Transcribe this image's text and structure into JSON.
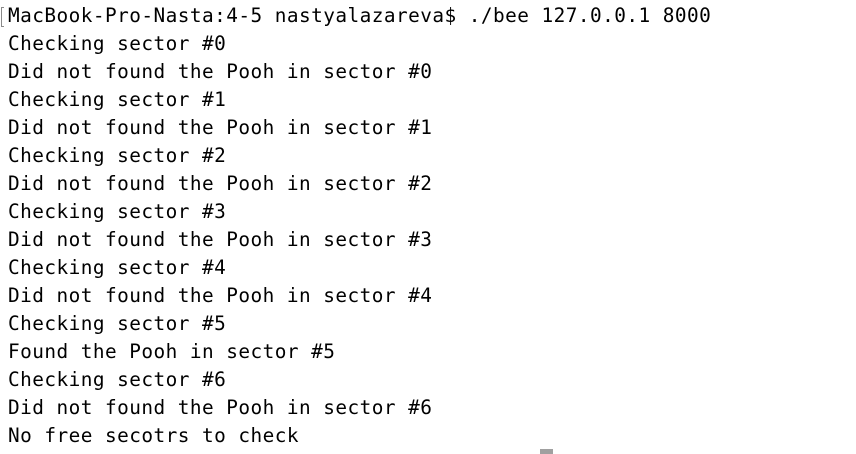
{
  "terminal": {
    "prompt_line": "MacBook-Pro-Nasta:4-5 nastyalazareva$ ./bee 127.0.0.1 8000",
    "output": [
      "Checking sector #0",
      "Did not found the Pooh in sector #0",
      "Checking sector #1",
      "Did not found the Pooh in sector #1",
      "Checking sector #2",
      "Did not found the Pooh in sector #2",
      "Checking sector #3",
      "Did not found the Pooh in sector #3",
      "Checking sector #4",
      "Did not found the Pooh in sector #4",
      "Checking sector #5",
      "Found the Pooh in sector #5",
      "Checking sector #6",
      "Did not found the Pooh in sector #6",
      "No free secotrs to check"
    ]
  }
}
